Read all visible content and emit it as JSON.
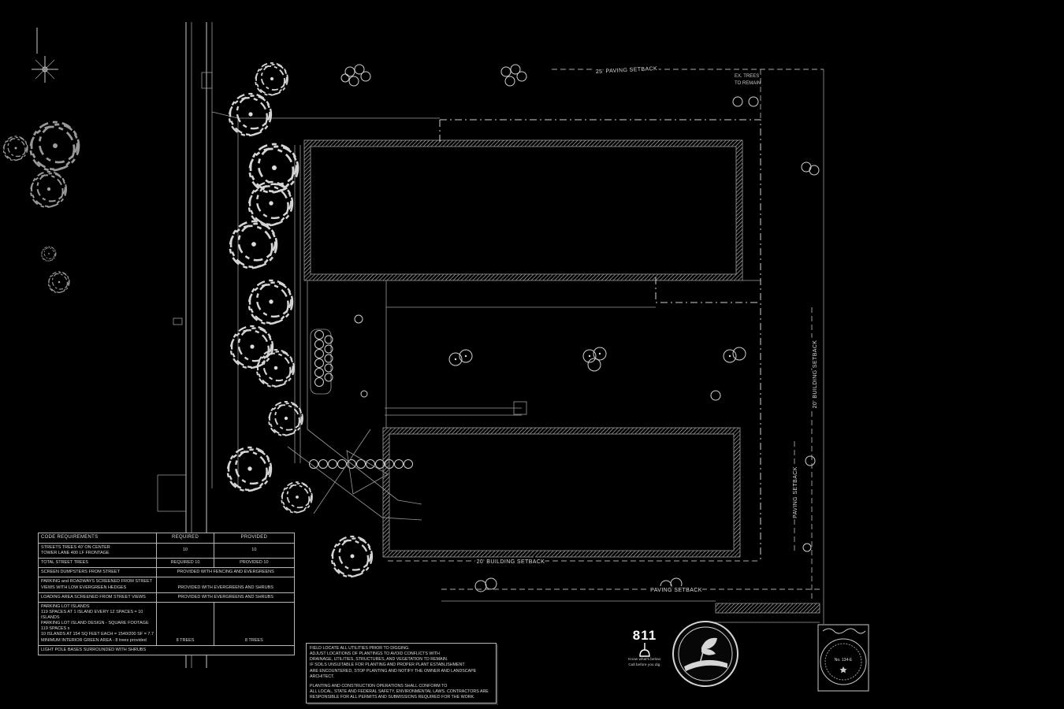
{
  "colors": {
    "background": "#000000",
    "linework": "#d5d5d5"
  },
  "plan_labels": {
    "paving_setback_top": "25' PAVING SETBACK",
    "building_setback_bottom": "20' BUILDING SETBACK",
    "paving_setback_bottom": "PAVING SETBACK",
    "building_setback_right": "20' BUILDING SETBACK",
    "paving_setback_right": "PAVING SETBACK",
    "ex_note_l1": "EX. TREES",
    "ex_note_l2": "TO REMAIN"
  },
  "code_table": {
    "col_headers": {
      "c0": "CODE REQUIREMENTS",
      "c1": "REQUIRED",
      "c2": "PROVIDED"
    },
    "row_street_trees": {
      "c0": "STREETS TREES 40' ON CENTER\nTOWER LANE  400  LF   FRONTAGE",
      "c1": "10",
      "c2": "10"
    },
    "row_total": {
      "c0": "TOTAL STREET TREES",
      "c1": "REQUIRED      10",
      "c2": "PROVIDED     10"
    },
    "row_dumpsters": {
      "c0": "SCREEN DUMPSTERS FROM STREET",
      "c12": "PROVIDED WITH FENCING AND EVERGREENS"
    },
    "row_parking_screen": {
      "c0": "PARKING and ROADWAYS SCREENED FROM STREET\nVIEWS  WITH LOW EVERGREEN HEDGES",
      "c12": "PROVIDED WITH EVERGREENS AND SHRUBS"
    },
    "row_loading": {
      "c0": "LOADING AREA SCREENED FROM STREET VIEWS",
      "c12": "PROVIDED WITH EVERGREENS AND SHRUBS"
    },
    "row_islands": {
      "c0": "PARKING LOT ISLANDS\n119   SPACES  AT 1 ISLAND EVERY 12 SPACES =  10  ISLANDS\nPARKING LOT ISLAND DESIGN -  SQUARE FOOTAGE 119   SPACES x\n10      ISLANDS AT 154  SQ FEET EACH =   1540/200  SF = 7.7\nMINIMUM INTERIOR GREEN AREA  -  8  trees provided",
      "c1": "8        TREES",
      "c2": "8        TREES"
    },
    "row_light_poles": {
      "c0": "LIGHT POLE BASES SURROUNDED WITH SHRUBS"
    }
  },
  "notes": {
    "para1": "FIELD LOCATE ALL UTILITIES PRIOR TO DIGGING.\nADJUST LOCATIONS OF  PLANTINGS TO AVOID CONFLICTS WITH\nDRAINAGE,  UTILITIES, STRUCTURES, AND VEGETATION TO REMAIN.\nIF SOILS UNSUITABLE FOR PLANTING AND PROPER PLANT ESTABLISHMENT\nARE ENCOUNTERED, STOP PLANTING AND NOTIFY THE OWNER AND LANDSCAPE ARCHITECT.",
    "para2": "PLANTING AND CONSTRUCTION OPERATIONS SHALL CONFORM TO\nALL LOCAL, STATE AND FEDERAL SAFETY,  ENVIRONMENTAL LAWS.   CONTRACTORS ARE\nRESPONSIBLE FOR ALL PERMITS AND SUBMISSIONS REQUIRED FOR THE WORK."
  },
  "call_811": {
    "number": "811",
    "tag1": "Know what's below.",
    "tag2": "Call before you dig."
  },
  "seal": {
    "license_number": "No. 134-E"
  }
}
